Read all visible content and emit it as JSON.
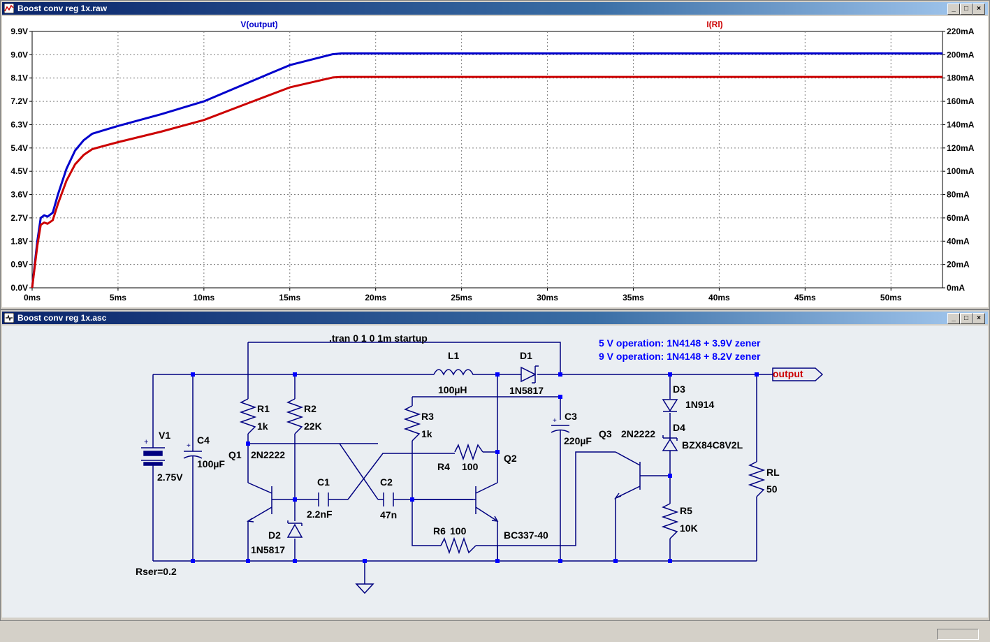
{
  "waveform_window": {
    "title": "Boost conv reg 1x.raw",
    "icon": "waveform-icon"
  },
  "schematic_window": {
    "title": "Boost conv reg 1x.asc",
    "icon": "schematic-icon"
  },
  "window_buttons": {
    "minimize": "_",
    "restore": "□",
    "close": "×"
  },
  "chart_data": {
    "type": "line",
    "x_ticks": [
      "0ms",
      "5ms",
      "10ms",
      "15ms",
      "20ms",
      "25ms",
      "30ms",
      "35ms",
      "40ms",
      "45ms",
      "50ms"
    ],
    "x_values_ms": [
      0,
      5,
      10,
      15,
      20,
      25,
      30,
      35,
      40,
      45,
      50
    ],
    "xlim_ms": [
      0,
      53
    ],
    "left_axis": {
      "ticks": [
        "0.0V",
        "0.9V",
        "1.8V",
        "2.7V",
        "3.6V",
        "4.5V",
        "5.4V",
        "6.3V",
        "7.2V",
        "8.1V",
        "9.0V",
        "9.9V"
      ],
      "ylim": [
        0,
        9.9
      ]
    },
    "right_axis": {
      "ticks": [
        "0mA",
        "20mA",
        "40mA",
        "60mA",
        "80mA",
        "100mA",
        "120mA",
        "140mA",
        "160mA",
        "180mA",
        "200mA",
        "220mA"
      ],
      "ylim": [
        0,
        220
      ]
    },
    "grid": true,
    "series": [
      {
        "name": "V(output)",
        "color": "#0000cc",
        "axis": "left",
        "x_ms": [
          0,
          0.3,
          0.5,
          0.7,
          0.9,
          1.2,
          1.5,
          2,
          2.5,
          3,
          3.5,
          4,
          5,
          7.5,
          10,
          12.5,
          15,
          17.5,
          18,
          30,
          40,
          53
        ],
        "y": [
          0,
          1.8,
          2.7,
          2.8,
          2.75,
          2.9,
          3.6,
          4.6,
          5.3,
          5.7,
          5.95,
          6.05,
          6.25,
          6.7,
          7.2,
          7.9,
          8.6,
          9.02,
          9.05,
          9.05,
          9.05,
          9.05
        ]
      },
      {
        "name": "I(Rl)",
        "color": "#cc0000",
        "axis": "right",
        "x_ms": [
          0,
          0.3,
          0.5,
          0.7,
          0.9,
          1.2,
          1.5,
          2,
          2.5,
          3,
          3.5,
          4,
          5,
          7.5,
          10,
          12.5,
          15,
          17.5,
          18,
          30,
          40,
          53
        ],
        "y": [
          0,
          36,
          54,
          56,
          55,
          58,
          72,
          92,
          106,
          114,
          119,
          121,
          125,
          134,
          144,
          158,
          172,
          180.5,
          181,
          181,
          181,
          181
        ]
      }
    ]
  },
  "schematic": {
    "directive": ".tran 0 1 0 1m startup",
    "notes": [
      "5 V operation:  1N4148 + 3.9V zener",
      "9 V operation: 1N4148 + 8.2V zener"
    ],
    "net_label": "output",
    "components": {
      "V1": {
        "ref": "V1",
        "value": "2.75V",
        "extra": "Rser=0.2"
      },
      "C4": {
        "ref": "C4",
        "value": "100µF"
      },
      "R1": {
        "ref": "R1",
        "value": "1k"
      },
      "R2": {
        "ref": "R2",
        "value": "22K"
      },
      "Q1": {
        "ref": "Q1",
        "value": "2N2222"
      },
      "C1": {
        "ref": "C1",
        "value": "2.2nF"
      },
      "D2": {
        "ref": "D2",
        "value": "1N5817"
      },
      "C2": {
        "ref": "C2",
        "value": "47n"
      },
      "L1": {
        "ref": "L1",
        "value": "100µH"
      },
      "D1": {
        "ref": "D1",
        "value": "1N5817"
      },
      "R3": {
        "ref": "R3",
        "value": "1k"
      },
      "R4": {
        "ref": "R4",
        "value": "100"
      },
      "Q2": {
        "ref": "Q2",
        "value": "BC337-40"
      },
      "R6": {
        "ref": "R6",
        "value": "100"
      },
      "C3": {
        "ref": "C3",
        "value": "220µF"
      },
      "Q3": {
        "ref": "Q3",
        "value": "2N2222"
      },
      "D3": {
        "ref": "D3",
        "value": "1N914"
      },
      "D4": {
        "ref": "D4",
        "value": "BZX84C8V2L"
      },
      "R5": {
        "ref": "R5",
        "value": "10K"
      },
      "RL": {
        "ref": "RL",
        "value": "50"
      }
    }
  }
}
